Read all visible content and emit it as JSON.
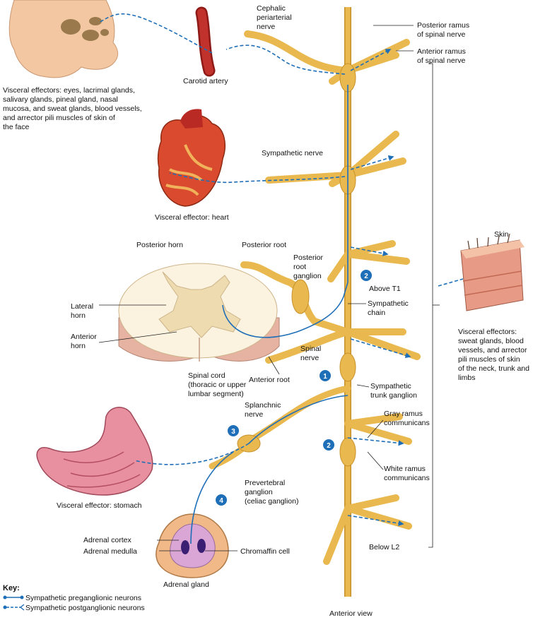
{
  "labels": {
    "cephalic": [
      "Cephalic",
      "periarterial",
      "nerve"
    ],
    "posterior_ramus": [
      "Posterior ramus",
      "of spinal nerve"
    ],
    "anterior_ramus": [
      "Anterior ramus",
      "of spinal nerve"
    ],
    "carotid": "Carotid artery",
    "face_effectors": [
      "Visceral effectors: eyes, lacrimal glands,",
      "salivary glands, pineal gland, nasal",
      "mucosa, and sweat glands, blood vessels,",
      "and arrector pili muscles of skin of",
      "the face"
    ],
    "sympathetic_nerve": "Sympathetic nerve",
    "heart_effector": "Visceral effector: heart",
    "posterior_horn": "Posterior horn",
    "posterior_root": "Posterior root",
    "posterior_root_ganglion": [
      "Posterior",
      "root",
      "ganglion"
    ],
    "lateral_horn": [
      "Lateral",
      "horn"
    ],
    "anterior_horn": [
      "Anterior",
      "horn"
    ],
    "above_t1": "Above T1",
    "sympathetic_chain": [
      "Sympathetic",
      "chain"
    ],
    "spinal_nerve": [
      "Spinal",
      "nerve"
    ],
    "spinal_cord": [
      "Spinal cord",
      "(thoracic or upper",
      "lumbar segment)"
    ],
    "anterior_root": "Anterior root",
    "sympathetic_trunk_ganglion": [
      "Sympathetic",
      "trunk ganglion"
    ],
    "splanchnic": [
      "Splanchnic",
      "nerve"
    ],
    "gray_ramus": [
      "Gray ramus",
      "communicans"
    ],
    "white_ramus": [
      "White ramus",
      "communicans"
    ],
    "prevertebral": [
      "Prevertebral",
      "ganglion",
      "(celiac ganglion)"
    ],
    "stomach_effector": "Visceral effector: stomach",
    "adrenal_cortex": "Adrenal cortex",
    "adrenal_medulla": "Adrenal medulla",
    "chromaffin": "Chromaffin cell",
    "adrenal_gland": "Adrenal gland",
    "below_l2": "Below L2",
    "skin": "Skin",
    "skin_effectors": [
      "Visceral effectors:",
      "sweat glands, blood",
      "vessels, and arrector",
      "pili muscles of skin",
      "of the neck, trunk and",
      "limbs"
    ],
    "anterior_view": "Anterior view"
  },
  "badges": [
    "1",
    "2",
    "2",
    "3",
    "4"
  ],
  "key": {
    "title": "Key:",
    "preganglionic": "Sympathetic preganglionic neurons",
    "postganglionic": "Sympathetic postganglionic neurons"
  },
  "colors": {
    "nerve": "#e9b94f",
    "nerve_edge": "#c8902a",
    "neuron": "#1f6fb8",
    "badge": "#1f6fb8",
    "artery": "#b4231f",
    "cord_gray": "#eedbb0",
    "cord_white": "#fbf3df"
  }
}
